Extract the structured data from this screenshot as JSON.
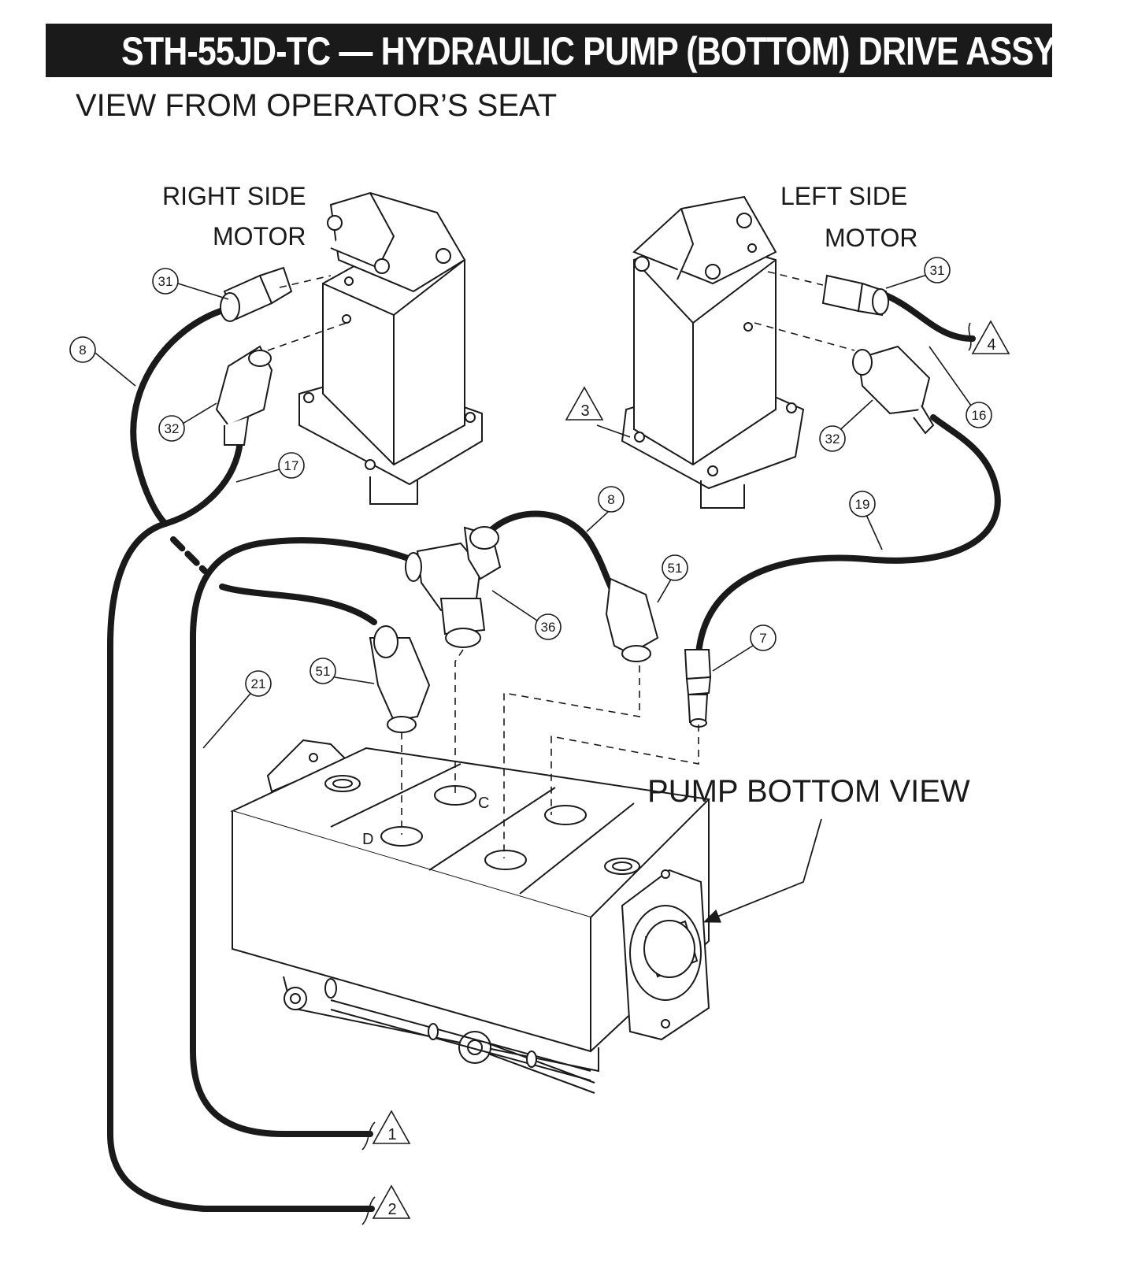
{
  "header": {
    "title": "STH-55JD-TC — HYDRAULIC PUMP (BOTTOM) DRIVE ASSY.",
    "subtitle": "VIEW FROM OPERATOR’S SEAT"
  },
  "labels": {
    "right_motor_line1": "RIGHT SIDE",
    "right_motor_line2": "MOTOR",
    "left_motor_line1": "LEFT SIDE",
    "left_motor_line2": "MOTOR",
    "pump_view": "PUMP BOTTOM VIEW",
    "port_c": "C",
    "port_d": "D"
  },
  "callouts": {
    "c31_right": "31",
    "c8_left": "8",
    "c32_right": "32",
    "c17": "17",
    "c31_left": "31",
    "c16": "16",
    "c32_left": "32",
    "c8_center": "8",
    "c19": "19",
    "c51_right": "51",
    "c36": "36",
    "c7": "7",
    "c51_left": "51",
    "c21": "21"
  },
  "notes": {
    "n1": "1",
    "n2": "2",
    "n3": "3",
    "n4": "4"
  }
}
